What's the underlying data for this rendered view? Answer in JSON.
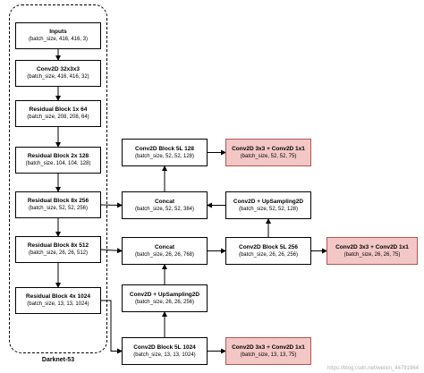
{
  "group": {
    "label": "Darknet-53"
  },
  "nodes": {
    "inputs": {
      "title": "Inputs",
      "shape": "(batch_size, 416, 416, 3)"
    },
    "conv2d_first": {
      "title": "Conv2D 32x3x3",
      "shape": "(batch_size, 416, 416, 32)"
    },
    "res1": {
      "title": "Residual Block 1x  64",
      "shape": "(batch_size, 208, 208, 64)"
    },
    "res2": {
      "title": "Residual Block 2x  128",
      "shape": "(batch_size, 104, 104, 128)"
    },
    "res8_256": {
      "title": "Residual Block 8x  256",
      "shape": "(batch_size, 52, 52, 256)"
    },
    "res8_512": {
      "title": "Residual Block 8x  512",
      "shape": "(batch_size, 26, 26, 512)"
    },
    "res4": {
      "title": "Residual Block 4x  1024",
      "shape": "(batch_size, 13, 13, 1024)"
    },
    "cb5l_128": {
      "title": "Conv2D Block 5L  128",
      "shape": "(batch_size, 52, 52, 128)"
    },
    "out_52": {
      "title": "Conv2D 3x3 + Conv2D 1x1",
      "shape": "(batch_size, 52, 52, 75)"
    },
    "concat_384": {
      "title": "Concat",
      "shape": "(batch_size, 52, 52, 384)"
    },
    "up_128": {
      "title": "Conv2D + UpSampling2D",
      "shape": "(batch_size, 52, 52, 128)"
    },
    "concat_768": {
      "title": "Concat",
      "shape": "(batch_size, 26, 26, 768)"
    },
    "cb5l_256": {
      "title": "Conv2D Block 5L  256",
      "shape": "(batch_size, 26, 26, 256)"
    },
    "out_26": {
      "title": "Conv2D 3x3 + Conv2D 1x1",
      "shape": "(batch_size, 26, 26, 75)"
    },
    "up_256": {
      "title": "Conv2D + UpSampling2D",
      "shape": "(batch_size, 26, 26, 256)"
    },
    "cb5l_1024": {
      "title": "Conv2D Block 5L  1024",
      "shape": "(batch_size, 13, 13, 1024)"
    },
    "out_13": {
      "title": "Conv2D 3x3 + Conv2D 1x1",
      "shape": "(batch_size, 13, 13, 75)"
    }
  },
  "edges": [
    [
      "inputs",
      "conv2d_first"
    ],
    [
      "conv2d_first",
      "res1"
    ],
    [
      "res1",
      "res2"
    ],
    [
      "res2",
      "res8_256"
    ],
    [
      "res8_256",
      "res8_512"
    ],
    [
      "res8_512",
      "res4"
    ],
    [
      "res4",
      "cb5l_1024"
    ],
    [
      "cb5l_1024",
      "out_13"
    ],
    [
      "cb5l_1024",
      "up_256"
    ],
    [
      "up_256",
      "concat_768"
    ],
    [
      "res8_512",
      "concat_768"
    ],
    [
      "concat_768",
      "cb5l_256"
    ],
    [
      "cb5l_256",
      "out_26"
    ],
    [
      "cb5l_256",
      "up_128"
    ],
    [
      "up_128",
      "concat_384"
    ],
    [
      "res8_256",
      "concat_384"
    ],
    [
      "concat_384",
      "cb5l_128"
    ],
    [
      "cb5l_128",
      "out_52"
    ]
  ],
  "colors": {
    "output_fill": "#f4c7c7",
    "output_border": "#b85450",
    "stroke": "#000000"
  },
  "watermark": "https://blog.csdn.net/weixin_44791964"
}
